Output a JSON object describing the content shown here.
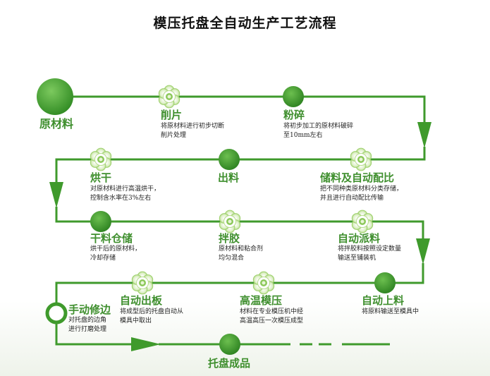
{
  "title": "模压托盘全自动生产工艺流程",
  "colors": {
    "line": "#3f9a2c",
    "node": "#3f9a2c",
    "text_green": "#3f8f2e"
  },
  "steps": [
    {
      "id": "raw",
      "label": "原材料",
      "icon": "large-circle-icon",
      "desc": []
    },
    {
      "id": "cut",
      "label": "削片",
      "icon": "flower-icon",
      "desc": [
        "将原材料进行初步切断",
        "削片处理"
      ]
    },
    {
      "id": "crush",
      "label": "粉碎",
      "icon": "circle-icon",
      "desc": [
        "将初步加工的原材料破碎",
        "至10mm左右"
      ]
    },
    {
      "id": "store",
      "label": "储料及自动配比",
      "icon": "flower-icon",
      "desc": [
        "把不同种类原材料分类存储，",
        "并且进行自动配比传输"
      ]
    },
    {
      "id": "out",
      "label": "出料",
      "icon": "circle-icon",
      "desc": []
    },
    {
      "id": "dry",
      "label": "烘干",
      "icon": "flower-icon",
      "desc": [
        "对原材料进行高温烘干，",
        "控制含水率在3%左右"
      ]
    },
    {
      "id": "drystore",
      "label": "干料仓储",
      "icon": "circle-icon",
      "desc": [
        "烘干后的原材料，",
        "冷却存储"
      ]
    },
    {
      "id": "mix",
      "label": "拌胶",
      "icon": "flower-icon",
      "desc": [
        "原材料和粘合剂",
        "均匀混合"
      ]
    },
    {
      "id": "dispatch",
      "label": "自动派料",
      "icon": "flower-icon",
      "desc": [
        "将拌胶料按照设定数量",
        "输送至铺装机"
      ]
    },
    {
      "id": "load",
      "label": "自动上料",
      "icon": "circle-icon",
      "desc": [
        "将原料输送至模具中"
      ]
    },
    {
      "id": "press",
      "label": "高温模压",
      "icon": "flower-icon",
      "desc": [
        "材料在专业模压机中经",
        "高温高压一次模压成型"
      ]
    },
    {
      "id": "eject",
      "label": "自动出板",
      "icon": "flower-icon",
      "desc": [
        "将成型后的托盘自动从",
        "模具中取出"
      ]
    },
    {
      "id": "trim",
      "label": "手动修边",
      "icon": "ring-icon",
      "desc": [
        "对托盘的边角",
        "进行打磨处理"
      ]
    },
    {
      "id": "done",
      "label": "托盘成品",
      "icon": "circle-icon",
      "desc": []
    }
  ]
}
